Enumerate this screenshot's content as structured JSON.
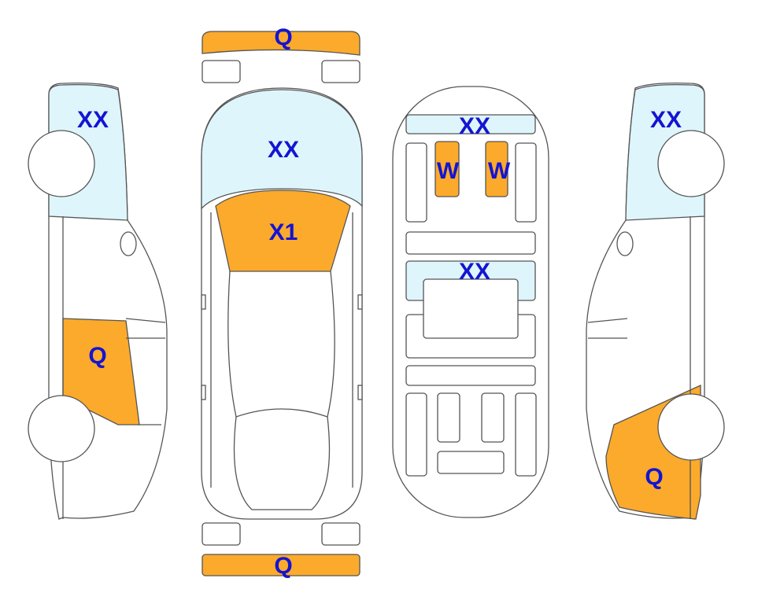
{
  "colors": {
    "damage": "#fbaa2c",
    "glass": "#def5fb",
    "label": "#1414d2"
  },
  "labels": {
    "front_bumper": "Q",
    "rear_bumper": "Q",
    "left_window": "XX",
    "left_door": "Q",
    "windshield": "XX",
    "hood": "X1",
    "interior_dash": "XX",
    "seat_left": "W",
    "seat_right": "W",
    "interior_rear": "XX",
    "right_window": "XX",
    "right_rear": "Q"
  }
}
